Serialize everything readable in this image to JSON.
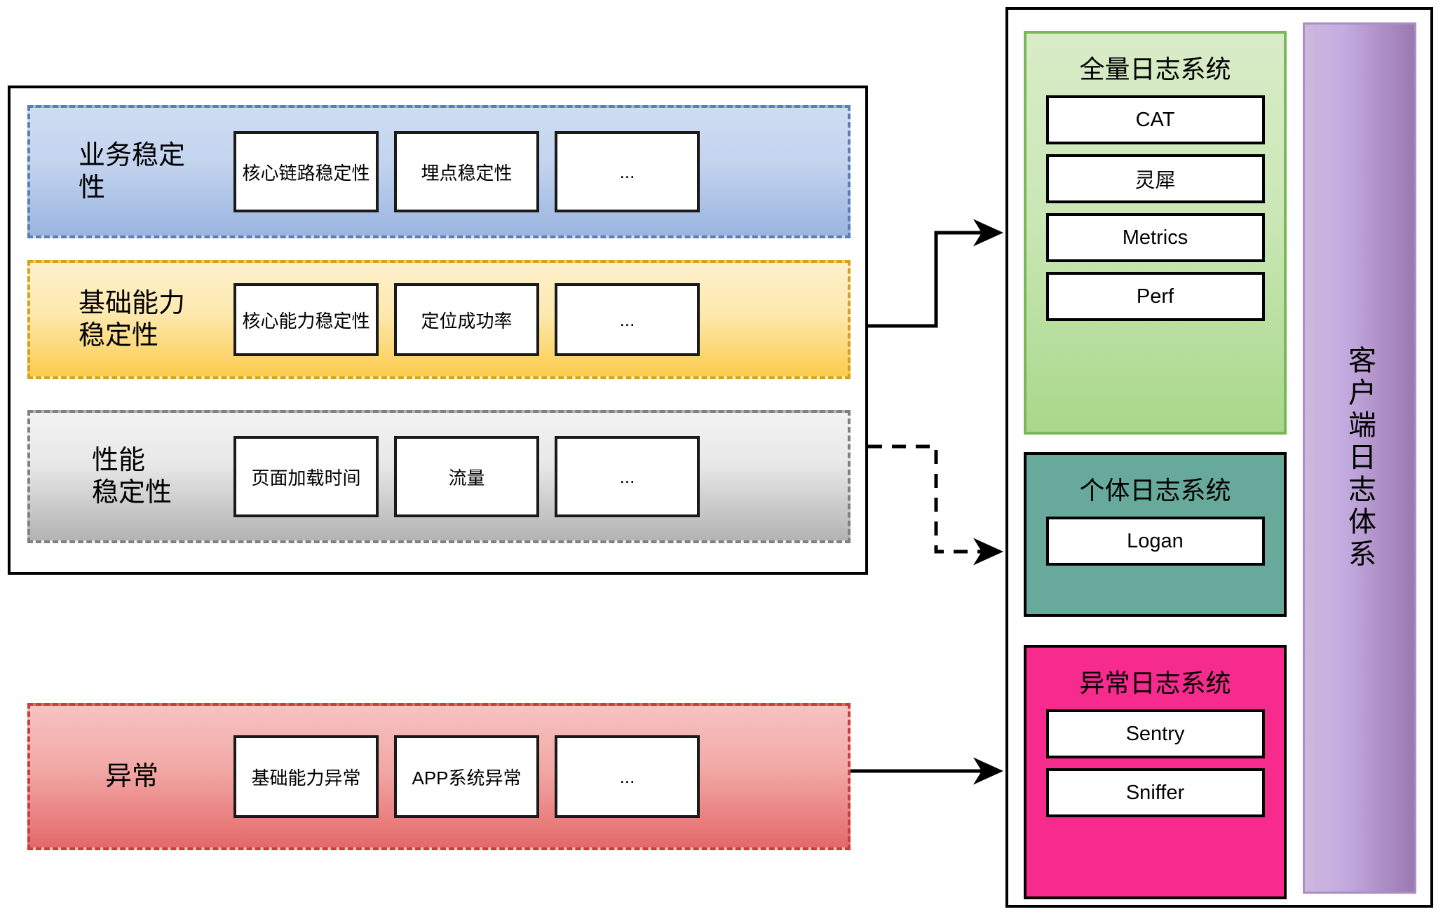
{
  "diagram": {
    "title": "客户端日志体系",
    "colors": {
      "business": "#9ab5e0",
      "capability": "#fbcb4c",
      "performance": "#b3b3b3",
      "exception": "#e4696a",
      "full_log_system": "#a8d88b",
      "individual_log_system": "#67a99b",
      "exception_log_system": "#f72a8e",
      "overall_system": "#9b78b0"
    }
  },
  "left_panel": {
    "bands": [
      {
        "label": "业务稳定\n性",
        "items": [
          "核心链路稳定性",
          "埋点稳定性",
          "..."
        ]
      },
      {
        "label": "基础能力\n稳定性",
        "items": [
          "核心能力稳定性",
          "定位成功率",
          "..."
        ]
      },
      {
        "label": "性能\n稳定性",
        "items": [
          "页面加载时间",
          "流量",
          "..."
        ]
      }
    ],
    "exception_band": {
      "label": "异常",
      "items": [
        "基础能力异常",
        "APP系统异常",
        "..."
      ]
    }
  },
  "right_panel": {
    "systems": [
      {
        "title": "全量日志系统",
        "items": [
          "CAT",
          "灵犀",
          "Metrics",
          "Perf"
        ]
      },
      {
        "title": "个体日志系统",
        "items": [
          "Logan"
        ]
      },
      {
        "title": "异常日志系统",
        "items": [
          "Sentry",
          "Sniffer"
        ]
      }
    ],
    "vertical_label": "客户端日志体系"
  },
  "connectors": [
    {
      "name": "stability-to-full-log",
      "style": "solid",
      "from": "基础能力稳定性",
      "to": "全量日志系统"
    },
    {
      "name": "performance-to-individual-log",
      "style": "dashed",
      "from": "性能稳定性",
      "to": "个体日志系统"
    },
    {
      "name": "exception-to-exception-log",
      "style": "solid",
      "from": "异常",
      "to": "异常日志系统"
    }
  ]
}
